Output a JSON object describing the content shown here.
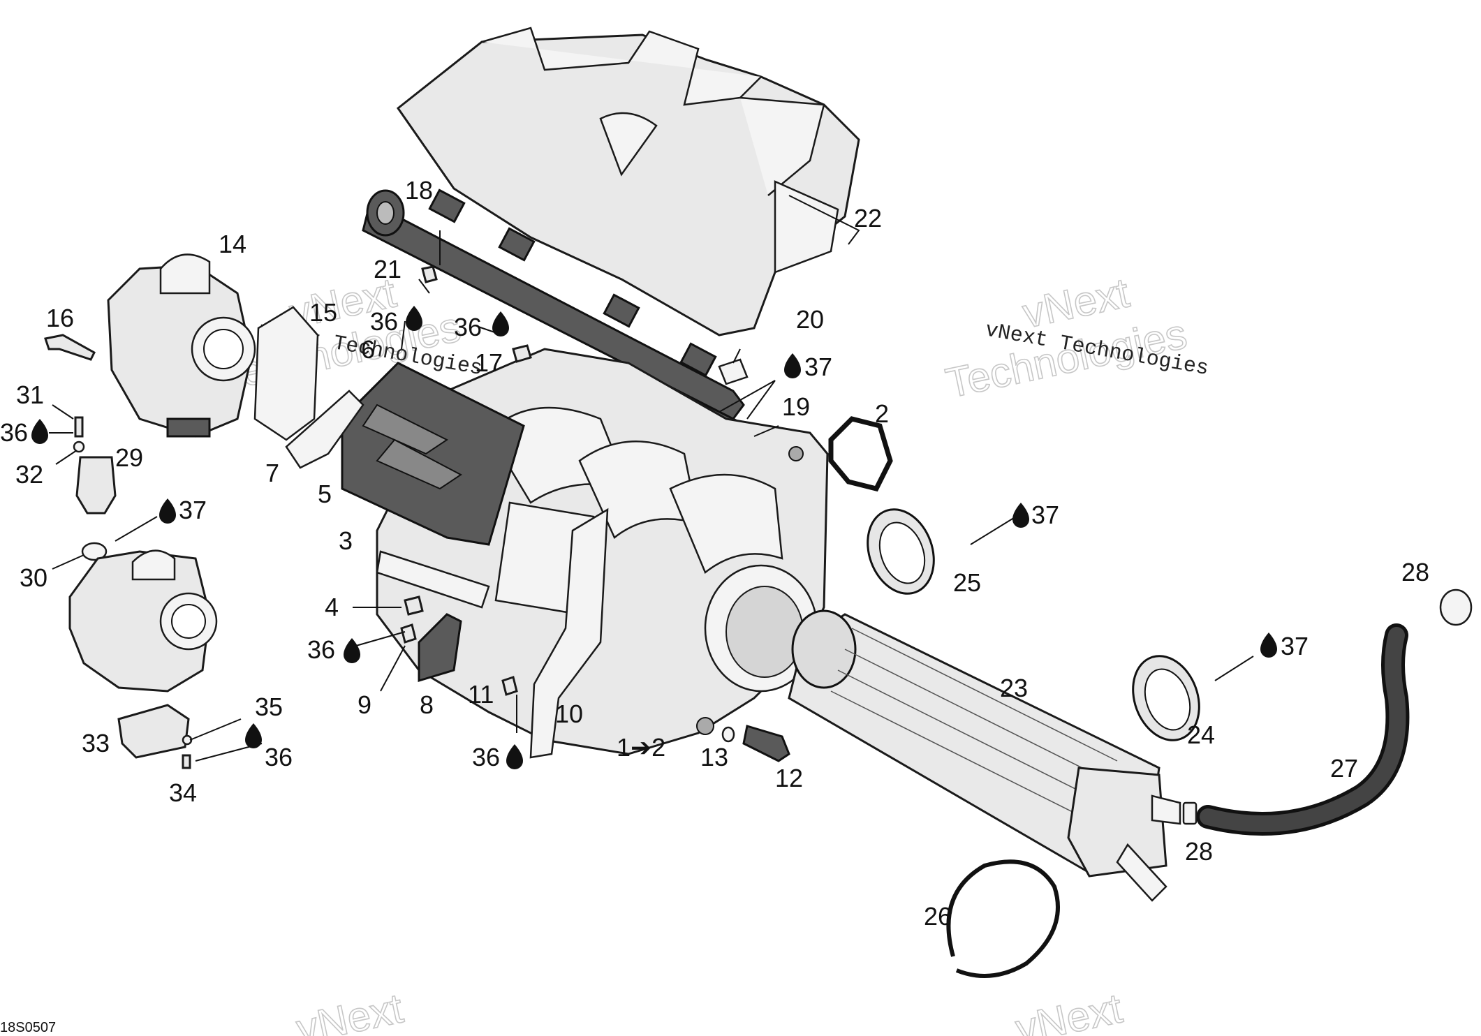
{
  "diagram": {
    "reference_code": "18S0507",
    "watermarks": [
      {
        "big": "vNext",
        "big2": "Technologies",
        "small": "vNext Technologies"
      },
      {
        "big": "vNext",
        "big2": "Technologies",
        "small": "vNext Technologies"
      },
      {
        "big": "vNext"
      },
      {
        "big": "vNext"
      }
    ],
    "callouts": {
      "c1": "1➔2",
      "c2": "2",
      "c3": "3",
      "c4": "4",
      "c5": "5",
      "c6": "6",
      "c7": "7",
      "c8": "8",
      "c9": "9",
      "c10": "10",
      "c11": "11",
      "c12": "12",
      "c13": "13",
      "c14": "14",
      "c15": "15",
      "c16": "16",
      "c17": "17",
      "c18": "18",
      "c19": "19",
      "c20": "20",
      "c21": "21",
      "c22": "22",
      "c23": "23",
      "c24": "24",
      "c25": "25",
      "c26": "26",
      "c27": "27",
      "c28a": "28",
      "c28b": "28",
      "c29": "29",
      "c30": "30",
      "c31": "31",
      "c32": "32",
      "c33": "33",
      "c34": "34",
      "c35": "35",
      "c36a": "36",
      "c36b": "36",
      "c36c": "36",
      "c36d": "36",
      "c36e": "36",
      "c36f": "36",
      "c37a": "37",
      "c37b": "37",
      "c37c": "37",
      "c37d": "37"
    }
  }
}
